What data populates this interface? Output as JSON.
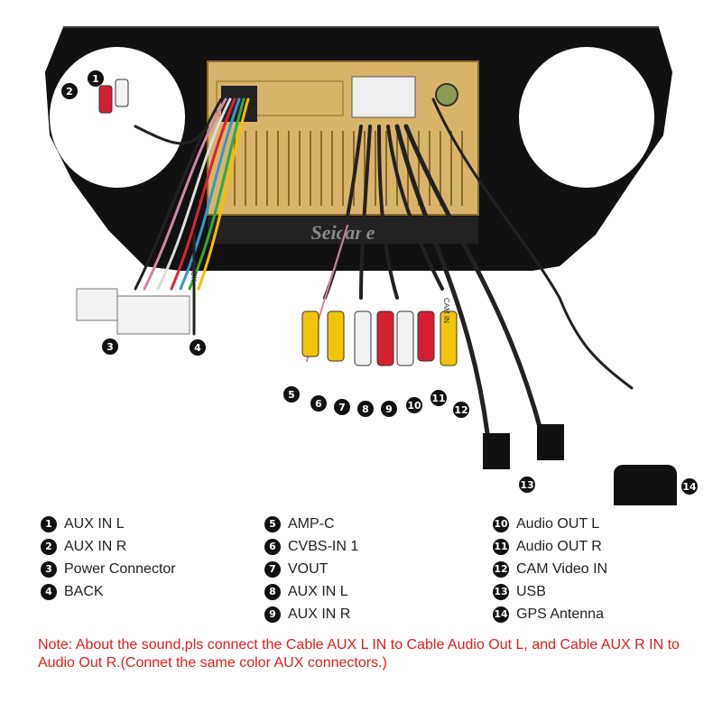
{
  "brand_watermark": "Seicane",
  "harness_tags": [
    "BACK",
    "CAM IN"
  ],
  "legend": {
    "col1": [
      {
        "n": "1",
        "label": "AUX IN L"
      },
      {
        "n": "2",
        "label": "AUX IN R"
      },
      {
        "n": "3",
        "label": "Power Connector"
      },
      {
        "n": "4",
        "label": "BACK"
      }
    ],
    "col2": [
      {
        "n": "5",
        "label": "AMP-C"
      },
      {
        "n": "6",
        "label": "CVBS-IN 1"
      },
      {
        "n": "7",
        "label": "VOUT"
      },
      {
        "n": "8",
        "label": "AUX IN L"
      },
      {
        "n": "9",
        "label": "AUX IN R"
      }
    ],
    "col3": [
      {
        "n": "10",
        "label": "Audio OUT L"
      },
      {
        "n": "11",
        "label": "Audio OUT R"
      },
      {
        "n": "12",
        "label": "CAM Video IN"
      },
      {
        "n": "13",
        "label": "USB"
      },
      {
        "n": "14",
        "label": "GPS Antenna"
      }
    ]
  },
  "callouts": [
    "1",
    "2",
    "3",
    "4",
    "5",
    "6",
    "7",
    "8",
    "9",
    "10",
    "11",
    "12",
    "13",
    "14"
  ],
  "note": "Note: About the sound,pls connect the Cable AUX L IN to Cable Audio Out L, and Cable AUX R IN to  Audio Out R.(Connet the same color AUX connectors.)",
  "colors": {
    "frame": "#111111",
    "chassis": "#d8b46a",
    "rca_red": "#d42030",
    "rca_yellow": "#f2c40c",
    "rca_white": "#f2f2f2",
    "note_text": "#e0201c"
  }
}
